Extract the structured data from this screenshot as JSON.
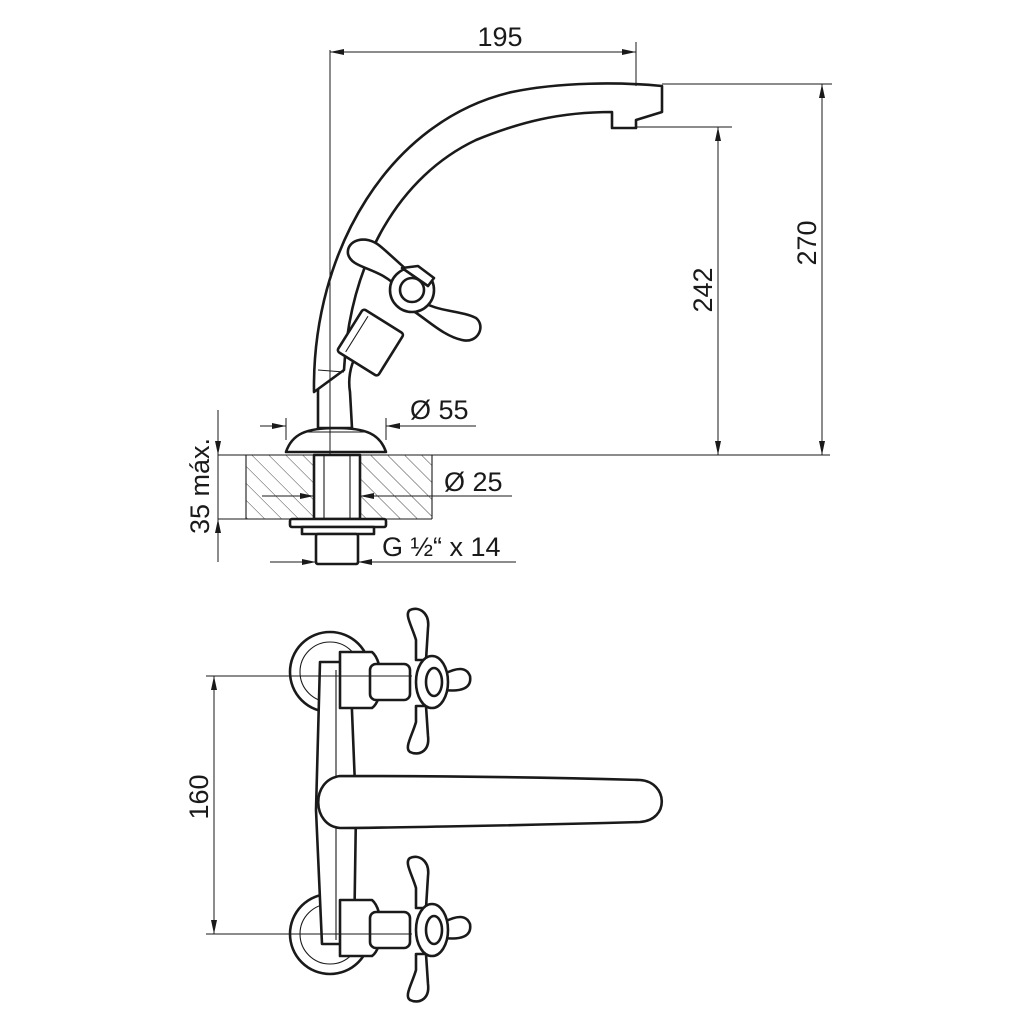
{
  "side_view": {
    "dim_spout_reach": "195",
    "dim_total_height": "270",
    "dim_outlet_height": "242",
    "dim_base_diameter": "Ø 55",
    "dim_hole_diameter": "Ø 25",
    "dim_thread": "G ½“ x 14",
    "dim_max_thickness": "35 máx."
  },
  "top_view": {
    "dim_center_distance": "160"
  }
}
